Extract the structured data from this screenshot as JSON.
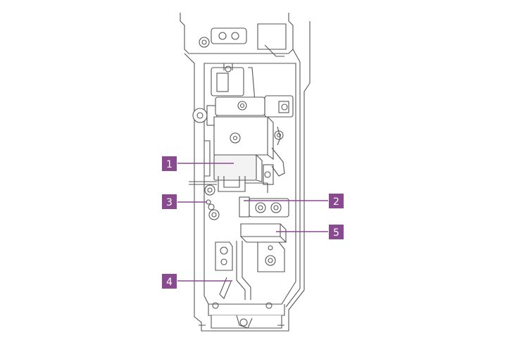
{
  "colors": {
    "callout": "#8a4a8f",
    "callout_text": "#ffffff",
    "line_art": "#555555"
  },
  "callouts": [
    {
      "id": "1",
      "label": "1"
    },
    {
      "id": "2",
      "label": "2"
    },
    {
      "id": "3",
      "label": "3"
    },
    {
      "id": "4",
      "label": "4"
    },
    {
      "id": "5",
      "label": "5"
    }
  ]
}
